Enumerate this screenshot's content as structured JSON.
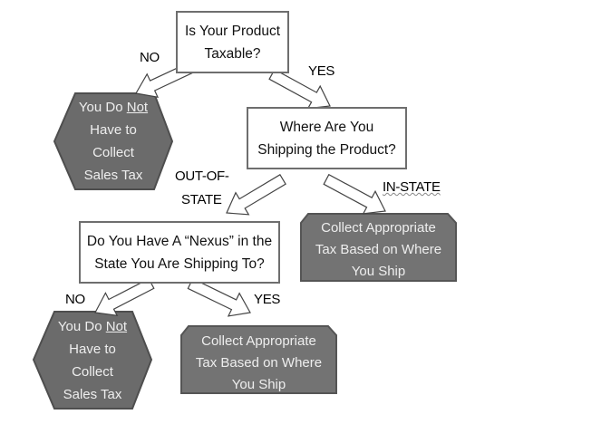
{
  "questions": {
    "taxable": [
      "Is Your Product",
      "Taxable?"
    ],
    "shipping": [
      "Where Are You",
      "Shipping the Product?"
    ],
    "nexus": [
      "Do You Have A “Nexus” in the",
      "State You Are Shipping To?"
    ]
  },
  "labels": {
    "no1": "NO",
    "yes1": "YES",
    "out_of_state": [
      "OUT-OF-",
      "STATE"
    ],
    "in_state": "IN-STATE",
    "no2": "NO",
    "yes2": "YES"
  },
  "outcomes": {
    "no_collect": {
      "line1a": "You Do ",
      "line1b": "Not",
      "line2": "Have to",
      "line3": "Collect",
      "line4": "Sales Tax"
    },
    "collect": [
      "Collect Appropriate",
      "Tax Based on Where",
      "You Ship"
    ]
  },
  "colors": {
    "terminal_fill": "#6b6b6b",
    "terminal_border": "#4e4e4e",
    "box_border": "#6e6e6e"
  }
}
